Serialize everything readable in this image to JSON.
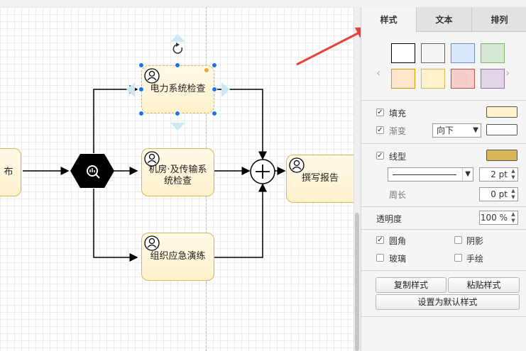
{
  "diagram": {
    "left_stub_label": "布",
    "tasks": [
      {
        "id": "power",
        "label": "电力系统检查"
      },
      {
        "id": "room",
        "label": "机房·及传输系统检查"
      },
      {
        "id": "drill",
        "label": "组织应急演练"
      },
      {
        "id": "report",
        "label": "撰写报告"
      }
    ]
  },
  "panel": {
    "tabs": [
      {
        "label": "样式",
        "active": true
      },
      {
        "label": "文本",
        "active": false
      },
      {
        "label": "排列",
        "active": false
      }
    ],
    "swatches": [
      {
        "fill": "#ffffff",
        "stroke": "#000000"
      },
      {
        "fill": "#f5f5f5",
        "stroke": "#666666"
      },
      {
        "fill": "#dae8fc",
        "stroke": "#6c8ebf"
      },
      {
        "fill": "#d5e8d4",
        "stroke": "#82b366"
      },
      {
        "fill": "#ffe6cc",
        "stroke": "#d79b00"
      },
      {
        "fill": "#fff2cc",
        "stroke": "#d6b656"
      },
      {
        "fill": "#f8cecc",
        "stroke": "#b85450"
      },
      {
        "fill": "#e1d5e7",
        "stroke": "#9673a6"
      }
    ],
    "fill": {
      "label": "填充",
      "checked": true,
      "color": "#fff2cc"
    },
    "gradient": {
      "label": "渐变",
      "checked": true,
      "direction": "向下",
      "color": "#ffffff"
    },
    "line": {
      "label": "线型",
      "checked": true,
      "color": "#d6b656",
      "width": "2 pt"
    },
    "perimeter": {
      "label": "周长",
      "value": "0 pt"
    },
    "opacity": {
      "label": "透明度",
      "value": "100 %"
    },
    "options": [
      {
        "label": "圆角",
        "checked": true
      },
      {
        "label": "阴影",
        "checked": false
      },
      {
        "label": "玻璃",
        "checked": false
      },
      {
        "label": "手绘",
        "checked": false
      }
    ],
    "buttons": {
      "copy": "复制样式",
      "paste": "粘贴样式",
      "default": "设置为默认样式"
    }
  },
  "colors": {
    "accent": "#1a73e8",
    "arrow": "#e8413a",
    "task_stroke": "#d6b656",
    "task_fill": "#fff2cc"
  }
}
